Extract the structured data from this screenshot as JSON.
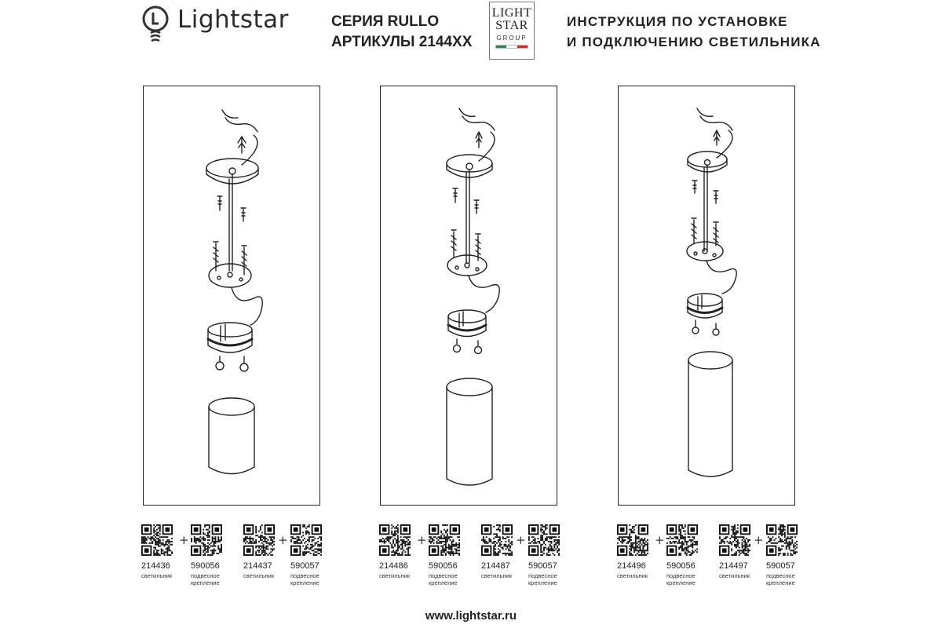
{
  "header": {
    "brand": "Lightstar",
    "series_title": "СЕРИЯ RULLO",
    "series_articles": "АРТИКУЛЫ 2144XX",
    "group_logo": [
      "LIGHT",
      "STAR",
      "GROUP"
    ],
    "instructions": [
      "ИНСТРУКЦИЯ ПО УСТАНОВКЕ",
      "И ПОДКЛЮЧЕНИЮ СВЕТИЛЬНИКА"
    ],
    "flag_colors": [
      "#2e8b3d",
      "#ffffff",
      "#d42a2a"
    ]
  },
  "panels": [
    {
      "diagram": "exploded-pendant-assembly-large",
      "codes": [
        {
          "number": "214436",
          "caption": "светильник"
        },
        {
          "number": "590056",
          "caption": "подвесное\nкрепление"
        },
        {
          "number": "214437",
          "caption": "светильник"
        },
        {
          "number": "590057",
          "caption": "подвесное\nкрепление"
        }
      ]
    },
    {
      "diagram": "exploded-pendant-assembly-medium",
      "codes": [
        {
          "number": "214486",
          "caption": "светильник"
        },
        {
          "number": "590056",
          "caption": "подвесное\nкрепление"
        },
        {
          "number": "214487",
          "caption": "светильник"
        },
        {
          "number": "590057",
          "caption": "подвесное\nкрепление"
        }
      ]
    },
    {
      "diagram": "exploded-pendant-assembly-small",
      "codes": [
        {
          "number": "214496",
          "caption": "светильник"
        },
        {
          "number": "590056",
          "caption": "подвесное\nкрепление"
        },
        {
          "number": "214497",
          "caption": "светильник"
        },
        {
          "number": "590057",
          "caption": "подвесное\nкрепление"
        }
      ]
    }
  ],
  "plus_sign": "+",
  "footer": {
    "url": "www.lightstar.ru"
  }
}
